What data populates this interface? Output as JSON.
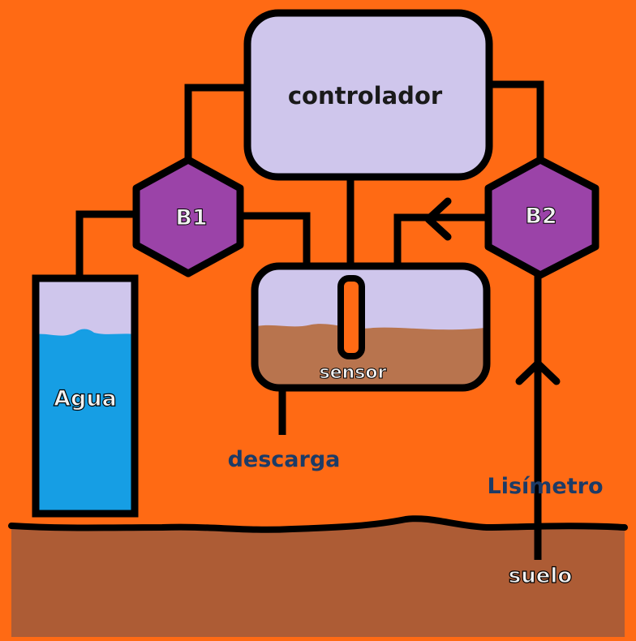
{
  "labels": {
    "controller": "controlador",
    "pump1": "B1",
    "pump2": "B2",
    "water": "Agua",
    "sensor": "sensor",
    "discharge": "descarga",
    "lysimeter": "Lisímetro",
    "soil": "suelo"
  },
  "colors": {
    "background": "#ff6a14",
    "controller_fill": "#cfc6ec",
    "pump_fill": "#9b43a8",
    "water": "#169ee4",
    "tank_air": "#cfc6ec",
    "soil_sample": "#b8744e",
    "ground": "#ad5c35",
    "outline": "#000000",
    "label_dark": "#1d3b66",
    "label_light": "#f2f2f2"
  }
}
